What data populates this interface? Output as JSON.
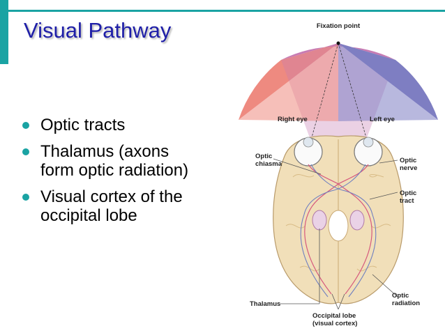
{
  "slide": {
    "title": "Visual Pathway",
    "bullets": [
      [
        "Optic tracts"
      ],
      [
        "Thalamus (axons",
        "form optic radiation)"
      ],
      [
        "Visual cortex of the",
        "occipital lobe"
      ]
    ]
  },
  "diagram": {
    "labels": {
      "fixation_point": "Fixation point",
      "right_eye": "Right eye",
      "left_eye": "Left eye",
      "optic_chiasma": [
        "Optic",
        "chiasma"
      ],
      "optic_nerve": [
        "Optic",
        "nerve"
      ],
      "optic_tract": [
        "Optic",
        "tract"
      ],
      "optic_radiation": [
        "Optic",
        "radiation"
      ],
      "thalamus": "Thalamus",
      "occipital_lobe": [
        "Occipital lobe",
        "(visual cortex)"
      ]
    },
    "colors": {
      "right_field": "#ee8a80",
      "center_field": "#c77bb3",
      "left_field": "#7e7ec2",
      "brain": "#f1dfb9",
      "pathway": "#d6587d",
      "accent": "#1aa3a3",
      "title": "#1f1fa8"
    }
  }
}
